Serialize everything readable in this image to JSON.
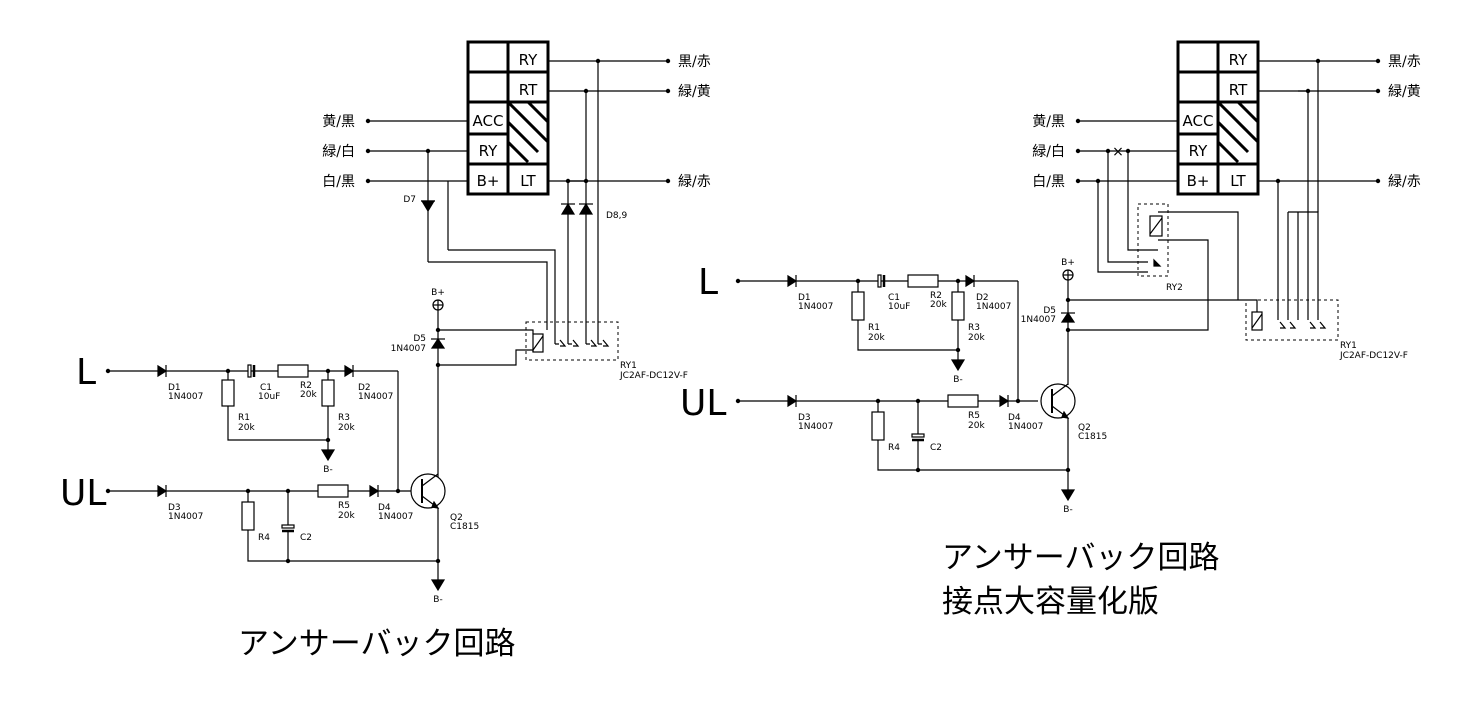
{
  "left_circuit": {
    "title": "アンサーバック回路",
    "inputs": {
      "L": "L",
      "UL": "UL"
    },
    "connector": {
      "cells": [
        "RY",
        "RT",
        "ACC",
        "RY",
        "B+",
        "LT"
      ]
    },
    "wires_left": [
      "黄/黒",
      "緑/白",
      "白/黒"
    ],
    "wires_right": [
      "黒/赤",
      "緑/黄",
      "緑/赤"
    ],
    "parts": {
      "D1": "D1",
      "D1v": "1N4007",
      "D2": "D2",
      "D2v": "1N4007",
      "D3": "D3",
      "D3v": "1N4007",
      "D4": "D4",
      "D4v": "1N4007",
      "D5": "D5",
      "D5v": "1N4007",
      "D7": "D7",
      "D89": "D8,9",
      "C1": "C1",
      "C1v": "10uF",
      "C2": "C2",
      "R1": "R1",
      "R1v": "20k",
      "R2": "R2",
      "R2v": "20k",
      "R3": "R3",
      "R3v": "20k",
      "R4": "R4",
      "R5": "R5",
      "R5v": "20k",
      "Q2": "Q2",
      "Q2v": "C1815",
      "RY1": "RY1",
      "RY1v": "JC2AF-DC12V-F",
      "Bp": "B+",
      "Bm1": "B-",
      "Bm2": "B-"
    }
  },
  "right_circuit": {
    "title_line1": "アンサーバック回路",
    "title_line2": "接点大容量化版",
    "inputs": {
      "L": "L",
      "UL": "UL"
    },
    "connector": {
      "cells": [
        "RY",
        "RT",
        "ACC",
        "RY",
        "B+",
        "LT"
      ]
    },
    "wires_left": [
      "黄/黒",
      "緑/白",
      "白/黒"
    ],
    "wires_right": [
      "黒/赤",
      "緑/黄",
      "緑/赤"
    ],
    "parts": {
      "D1": "D1",
      "D1v": "1N4007",
      "D2": "D2",
      "D2v": "1N4007",
      "D3": "D3",
      "D3v": "1N4007",
      "D4": "D4",
      "D4v": "1N4007",
      "D5": "D5",
      "D5v": "1N4007",
      "C1": "C1",
      "C1v": "10uF",
      "C2": "C2",
      "R1": "R1",
      "R1v": "20k",
      "R2": "R2",
      "R2v": "20k",
      "R3": "R3",
      "R3v": "20k",
      "R4": "R4",
      "R5": "R5",
      "R5v": "20k",
      "Q2": "Q2",
      "Q2v": "C1815",
      "RY1": "RY1",
      "RY1v": "JC2AF-DC12V-F",
      "RY2": "RY2",
      "Bp": "B+",
      "Bm": "B-",
      "cut": "×"
    }
  }
}
